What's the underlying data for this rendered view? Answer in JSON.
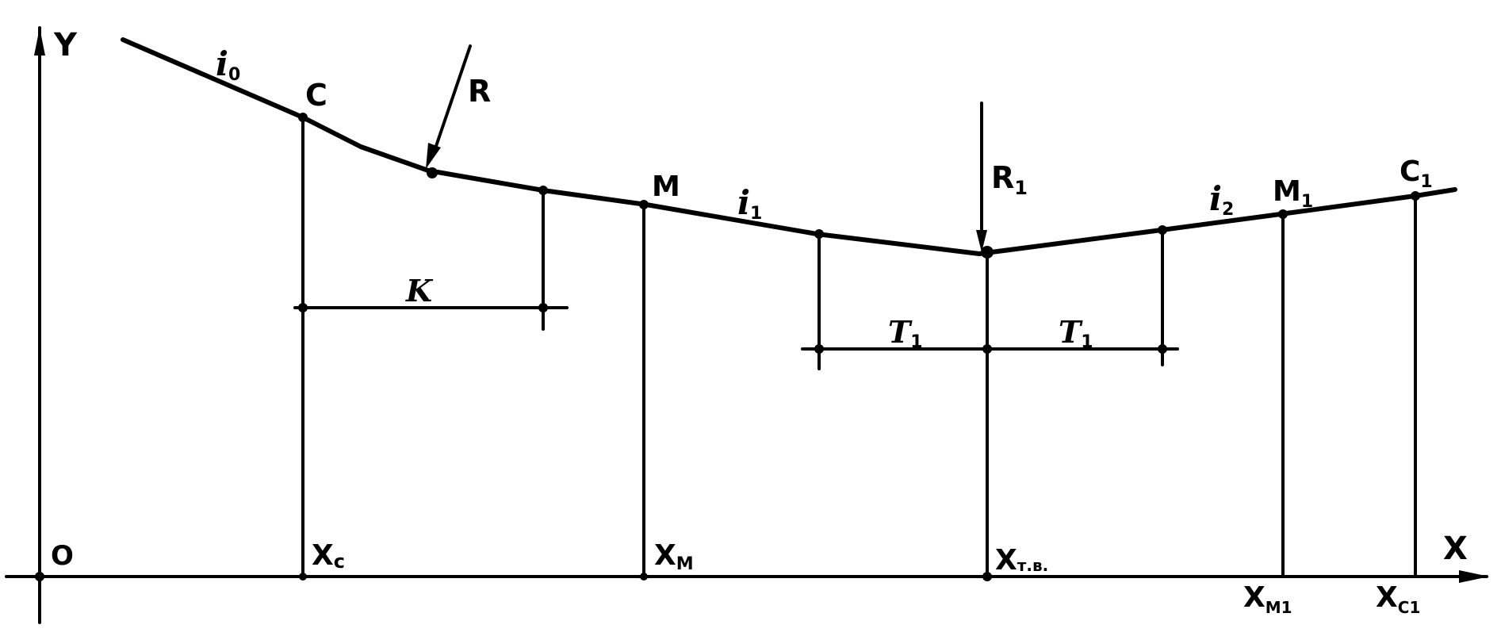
{
  "diagram": {
    "axes": {
      "y_label": "Y",
      "x_label": "X",
      "origin_label": "O"
    },
    "points": {
      "C": "C",
      "M": "M",
      "M1": {
        "base": "M",
        "sub": "1"
      },
      "C1": {
        "base": "C",
        "sub": "1"
      }
    },
    "radii": {
      "R": "R",
      "R1": {
        "base": "R",
        "sub": "1"
      }
    },
    "grades": {
      "i0": {
        "base": "i",
        "sub": "0"
      },
      "i1": {
        "base": "i",
        "sub": "1"
      },
      "i2": {
        "base": "i",
        "sub": "2"
      }
    },
    "dimensions": {
      "K": "K",
      "T1_left": {
        "base": "T",
        "sub": "1"
      },
      "T1_right": {
        "base": "T",
        "sub": "1"
      }
    },
    "x_coords": {
      "xc": {
        "base": "X",
        "sub": "c"
      },
      "xm": {
        "base": "X",
        "sub": "M"
      },
      "xtv": {
        "base": "X",
        "sub": "т.в."
      },
      "xm1": {
        "base": "X",
        "sub": "M1"
      },
      "xc1": {
        "base": "X",
        "sub": "C1"
      }
    },
    "colors": {
      "ink": "#000000",
      "paper": "#ffffff"
    }
  }
}
